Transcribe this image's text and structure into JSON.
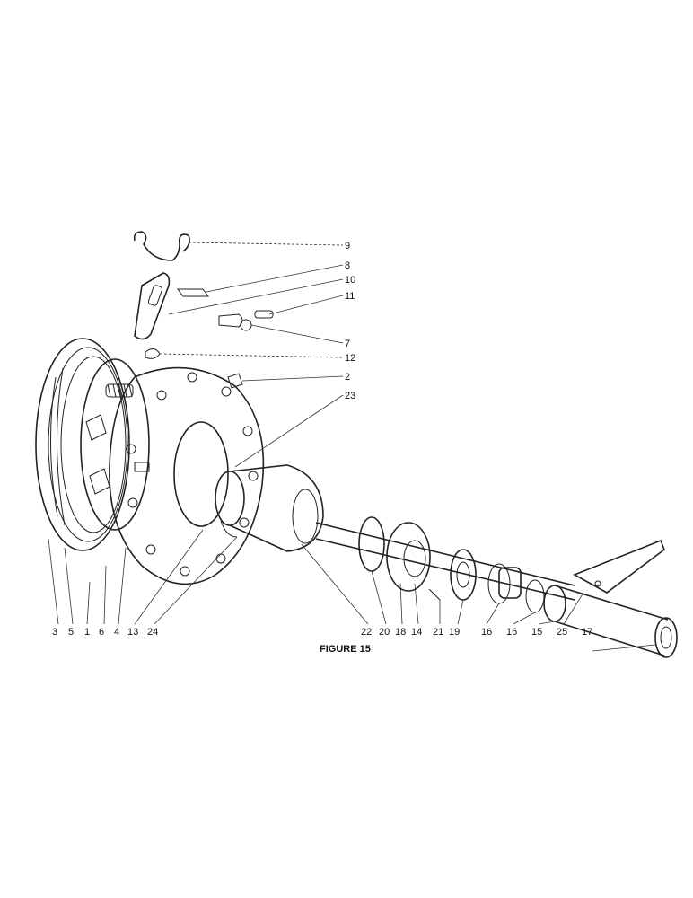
{
  "figure": {
    "caption": "FIGURE 15",
    "right_labels": [
      "9",
      "8",
      "10",
      "11",
      "7",
      "12",
      "2",
      "23"
    ],
    "bottom_labels": [
      "3",
      "5",
      "1",
      "6",
      "4",
      "13",
      "24",
      "22",
      "20",
      "18",
      "14",
      "21",
      "19",
      "16",
      "16",
      "15",
      "25",
      "17"
    ]
  }
}
